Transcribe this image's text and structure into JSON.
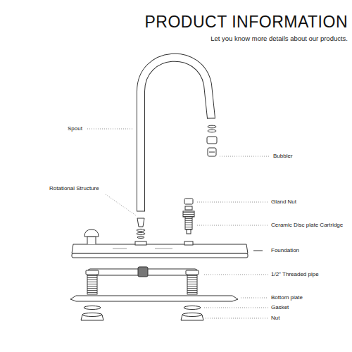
{
  "diagram": {
    "title": "PRODUCT INFORMATION",
    "labels": [
      "Let you know more details about our products.",
      "Spout",
      "Bubbler",
      "Rotational Structure",
      "Gland Nut",
      "Ceramic Disc plate Cartridge",
      "Foundation",
      "1/2\" Threaded pipe",
      "Bottom plate",
      "Gasket",
      "Nut"
    ]
  }
}
